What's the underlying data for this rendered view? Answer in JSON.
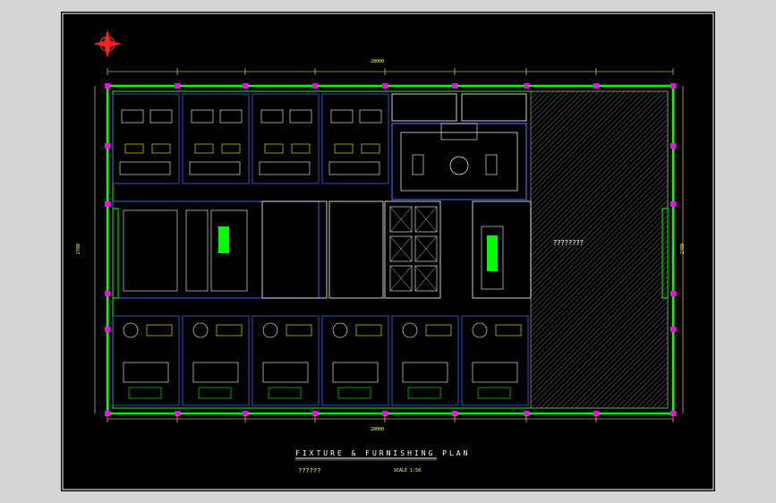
{
  "drawing": {
    "title": "FIXTURE & FURNISHING PLAN",
    "subtitle": "??????",
    "scale_note": "SCALE 1:50",
    "zone_label": "????????",
    "dimension_top": "28000",
    "dimension_bottom": "28000",
    "dimension_left": "2700",
    "dimension_right": "2700"
  },
  "colors": {
    "sheet_background": "#000000",
    "frame_border": "#ffffff",
    "wall_green": "#00ff00",
    "wall_magenta": "#ff00ff",
    "furniture_white": "#ffffff",
    "furniture_yellow": "#ffff00",
    "dimension_yellow": "#ffff60",
    "core_blue": "#4060ff",
    "hatch_gray": "#8a8a8a",
    "compass_red": "#ff2020"
  },
  "icons": [
    "north-compass-icon"
  ]
}
